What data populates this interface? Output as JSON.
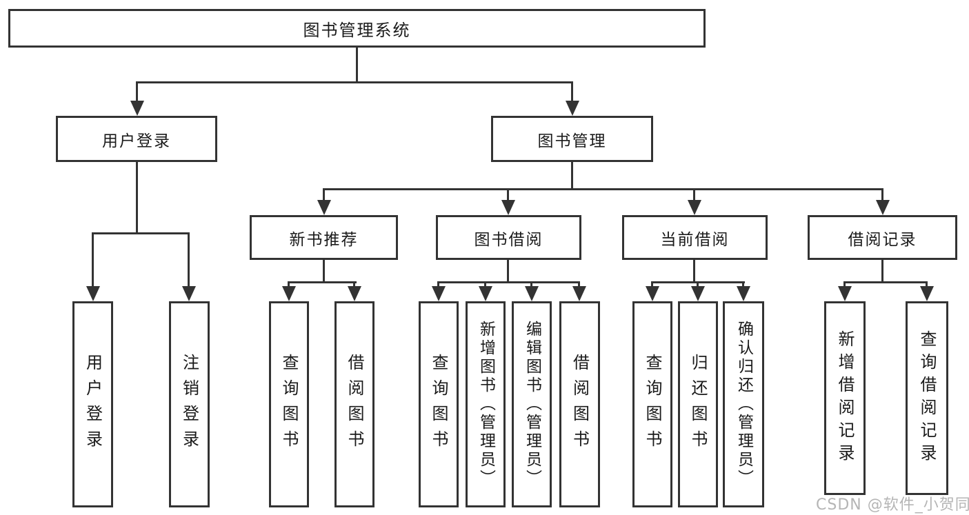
{
  "title": {
    "label": "图书管理系统"
  },
  "branches": {
    "user": {
      "label": "用户登录",
      "children": [
        {
          "label": "用户登录"
        },
        {
          "label": "注销登录"
        }
      ]
    },
    "books": {
      "label": "图书管理",
      "children": [
        {
          "label": "新书推荐",
          "children": [
            {
              "label": "查询图书"
            },
            {
              "label": "借阅图书"
            }
          ]
        },
        {
          "label": "图书借阅",
          "children": [
            {
              "label": "查询图书"
            },
            {
              "label": "新增图书（管理员）"
            },
            {
              "label": "编辑图书（管理员）"
            },
            {
              "label": "借阅图书"
            }
          ]
        },
        {
          "label": "当前借阅",
          "children": [
            {
              "label": "查询图书"
            },
            {
              "label": "归还图书"
            },
            {
              "label": "确认归还（管理员）"
            }
          ]
        },
        {
          "label": "借阅记录",
          "children": [
            {
              "label": "新增借阅记录"
            },
            {
              "label": "查询借阅记录"
            }
          ]
        }
      ]
    }
  },
  "watermark": {
    "text": "CSDN @软件_小贺同学"
  },
  "colors": {
    "line": "#333333",
    "text": "#1a1a1a",
    "watermark": "#b5b5b5",
    "background": "#ffffff"
  }
}
